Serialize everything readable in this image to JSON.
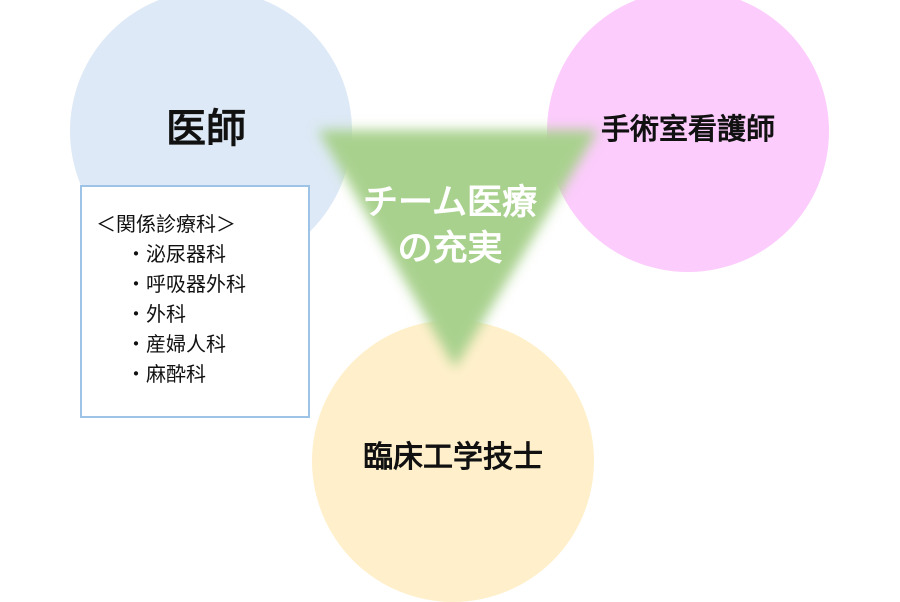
{
  "roles": {
    "doctor": "医師",
    "or_nurse": "手術室看護師",
    "clinical_engineer": "臨床工学技士"
  },
  "center": {
    "line1": "チーム医療",
    "line2": "の充実"
  },
  "departments": {
    "heading": "＜関係診療科＞",
    "bullet": "・",
    "items": [
      "泌尿器科",
      "呼吸器外科",
      "外科",
      "産婦人科",
      "麻酔科"
    ]
  },
  "colors": {
    "doctor": "#dde9f6",
    "or_nurse": "#fcccfc",
    "clinical_engineer": "#fff0cb",
    "team": "#a9d18e",
    "box_border": "#9dc3e6"
  }
}
